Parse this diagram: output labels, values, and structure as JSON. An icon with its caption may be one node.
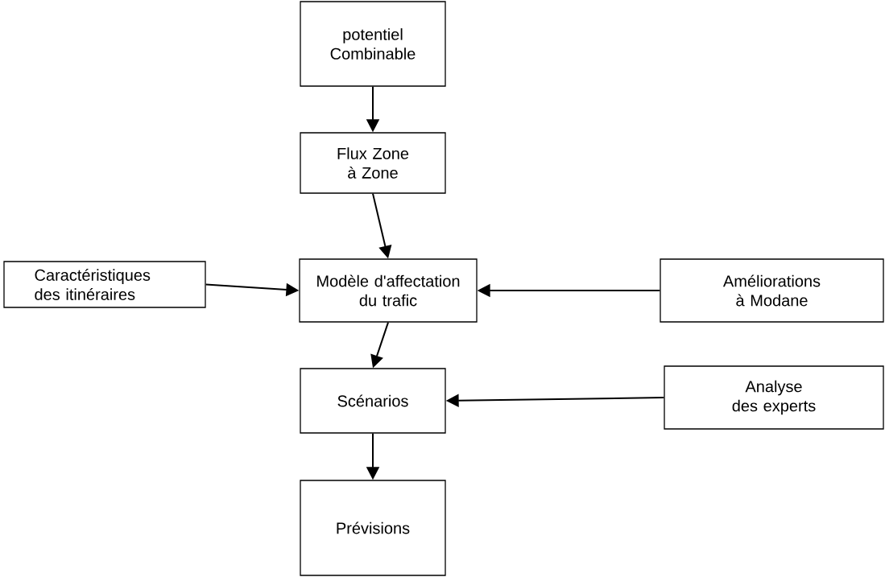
{
  "diagram": {
    "nodes": [
      {
        "text": [
          "potentiel Combinable"
        ]
      },
      {
        "text": [
          "Flux Zone à Zone"
        ]
      },
      {
        "text": [
          "Caractéristiques des itinéraires"
        ]
      },
      {
        "text": [
          "Modèle d'affectation du trafic"
        ]
      },
      {
        "text": [
          "Améliorations à Modane"
        ]
      },
      {
        "text": [
          "Scénarios"
        ]
      },
      {
        "text": [
          "Analyse des experts"
        ]
      },
      {
        "text": [
          "Prévisions"
        ]
      }
    ],
    "edges": [
      {
        "from": 0,
        "to": 1,
        "arrow": "to"
      },
      {
        "from": 1,
        "to": 3,
        "arrow": "to"
      },
      {
        "from": 2,
        "to": 3,
        "arrow": "to"
      },
      {
        "from": 4,
        "to": 3,
        "arrow": "to"
      },
      {
        "from": 3,
        "to": 5,
        "arrow": "to"
      },
      {
        "from": 6,
        "to": 5,
        "arrow": "to"
      },
      {
        "from": 5,
        "to": 7,
        "arrow": "to"
      }
    ]
  }
}
